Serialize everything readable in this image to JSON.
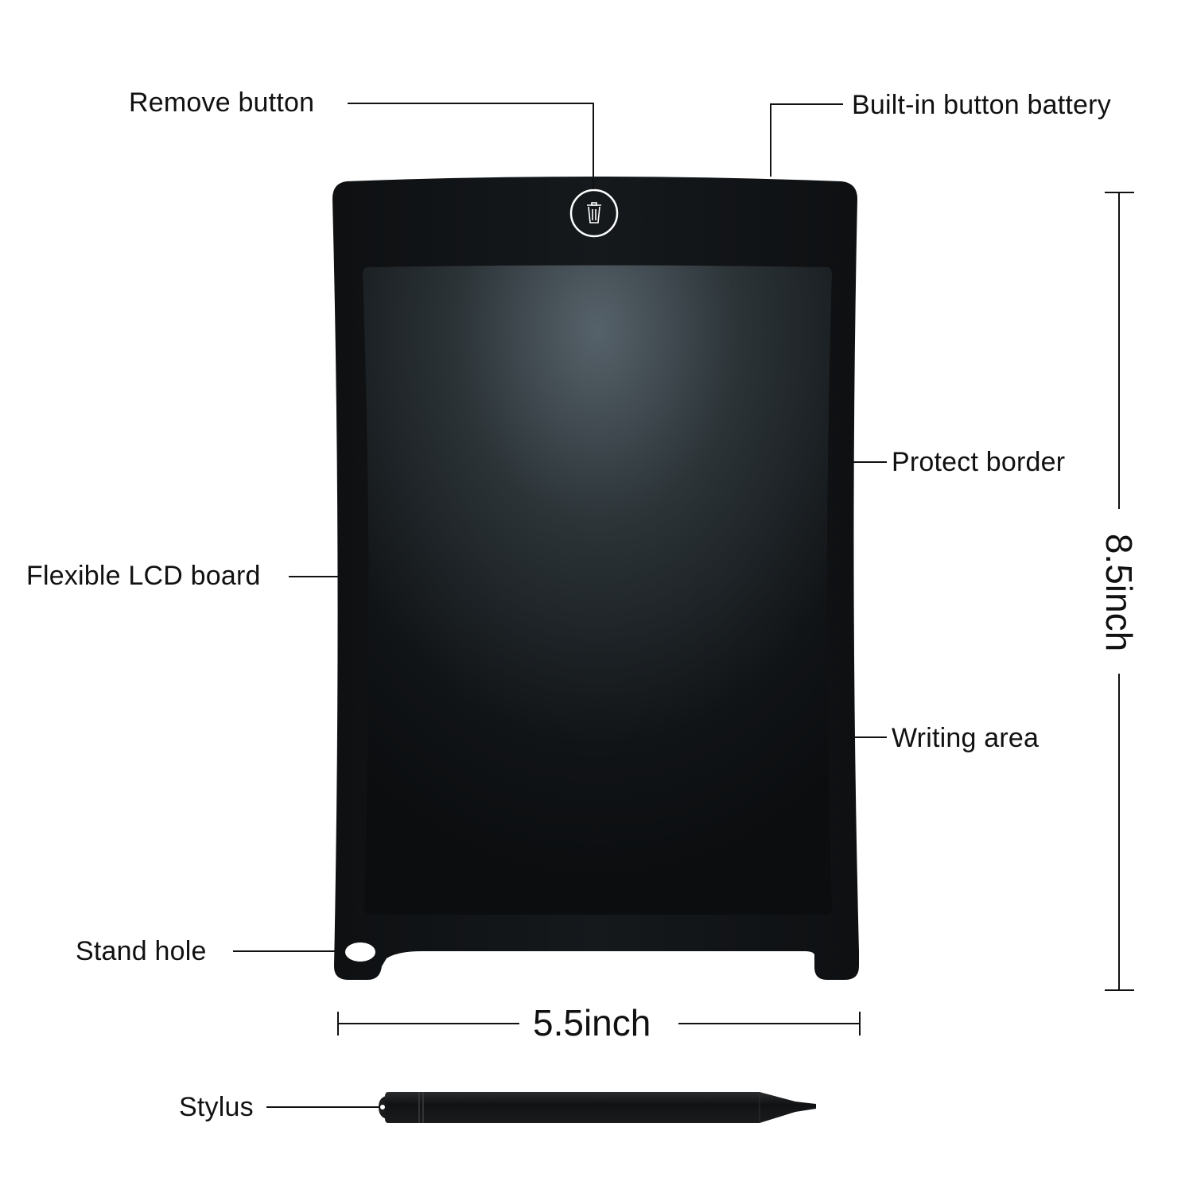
{
  "diagram": {
    "subject": "LCD writing tablet",
    "colors": {
      "background": "#ffffff",
      "device_body": "#111417",
      "screen_top": "#4a5459",
      "screen_bottom": "#0c0e10",
      "line": "#111111",
      "label_text": "#111111",
      "button_ring": "#ffffff"
    },
    "callouts": {
      "remove_button": "Remove button",
      "battery": "Built-in button battery",
      "protect_border": "Protect border",
      "flexible_board": "Flexible LCD board",
      "writing_area": "Writing area",
      "stand_hole": "Stand hole",
      "stylus": "Stylus"
    },
    "dimensions": {
      "width": "5.5inch",
      "height": "8.5inch"
    },
    "icons": {
      "remove_button_icon": "trash-icon"
    }
  }
}
